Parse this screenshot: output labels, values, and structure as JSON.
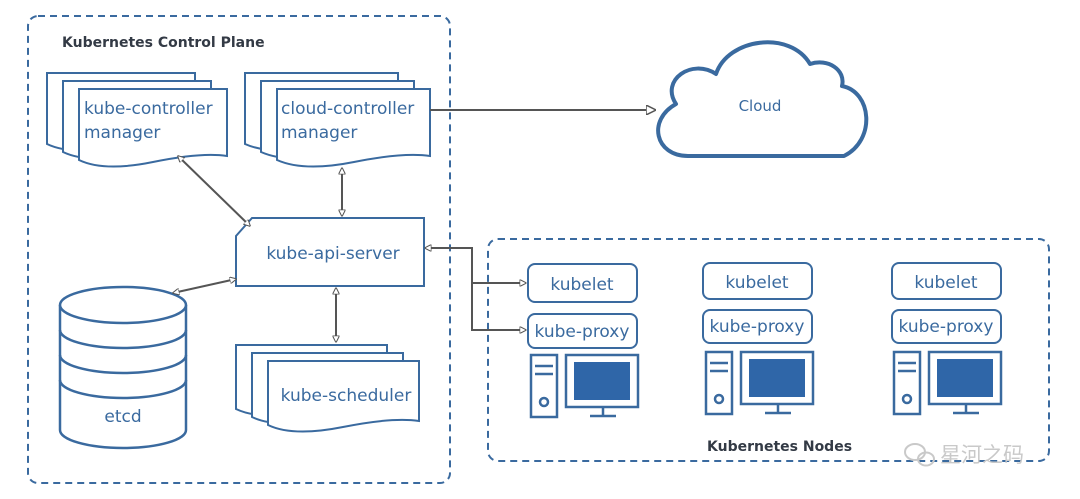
{
  "control_plane": {
    "title": "Kubernetes Control Plane",
    "kube_controller_manager": {
      "line1": "kube-controller",
      "line2": "manager"
    },
    "cloud_controller_manager": {
      "line1": "cloud-controller",
      "line2": "manager"
    },
    "api_server": "kube-api-server",
    "etcd": "etcd",
    "scheduler": "kube-scheduler"
  },
  "cloud": {
    "label": "Cloud"
  },
  "nodes": {
    "title": "Kubernetes Nodes",
    "items": [
      {
        "kubelet": "kubelet",
        "proxy": "kube-proxy"
      },
      {
        "kubelet": "kubelet",
        "proxy": "kube-proxy"
      },
      {
        "kubelet": "kubelet",
        "proxy": "kube-proxy"
      }
    ]
  },
  "watermark": "星河之码",
  "colors": {
    "primary": "#3a6a9f",
    "arrow": "#555555",
    "screen": "#2f66a8",
    "text_dark": "#333a45"
  }
}
